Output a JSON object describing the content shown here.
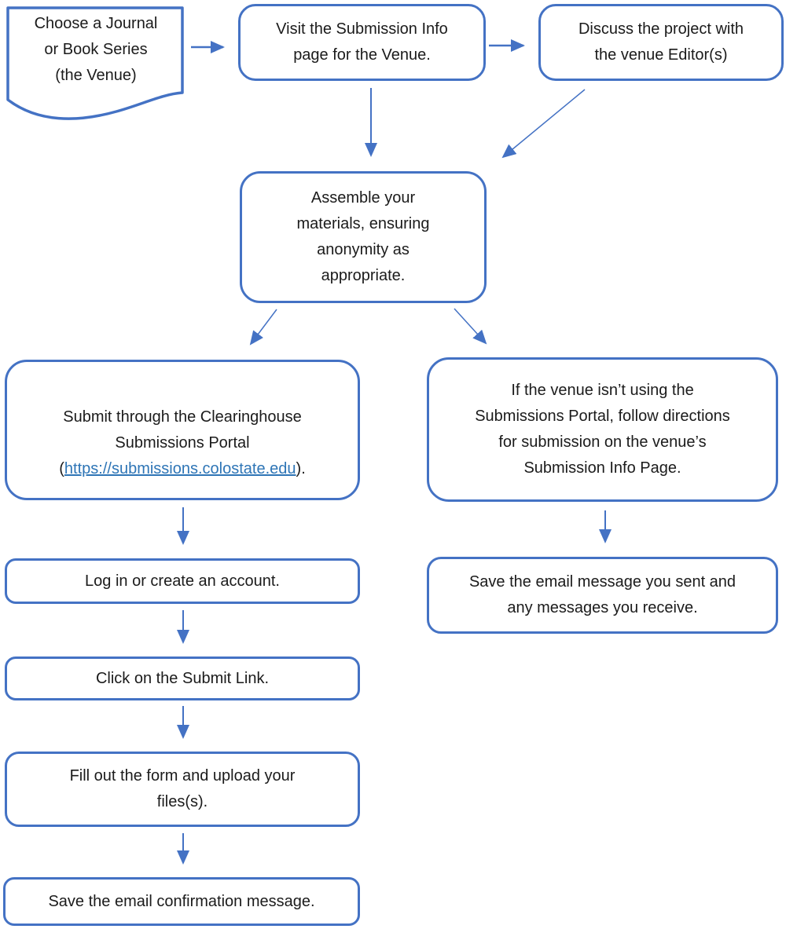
{
  "colors": {
    "border": "#4472C4",
    "arrow": "#4472C4",
    "text": "#1b1b1b",
    "link": "#2E75B6"
  },
  "nodes": {
    "choose_venue": {
      "label": "Choose a Journal\nor Book Series\n(the Venue)"
    },
    "visit_info": {
      "label": "Visit the Submission Info\npage for the Venue."
    },
    "discuss_editor": {
      "label": "Discuss the project with\nthe venue Editor(s)"
    },
    "assemble": {
      "label": "Assemble your\nmaterials, ensuring\nanonymity as\nappropriate."
    },
    "submit_portal": {
      "text_before": "Submit through the Clearinghouse\nSubmissions Portal\n(",
      "link_text": "https://submissions.colostate.edu",
      "text_after": ")."
    },
    "no_portal": {
      "label": "If the venue isn’t using the\nSubmissions Portal, follow directions\nfor submission on the venue’s\nSubmission Info Page."
    },
    "login": {
      "label": "Log in or create an account."
    },
    "click_submit": {
      "label": "Click on the Submit Link."
    },
    "fill_form": {
      "label": "Fill out the form and upload your\nfiles(s)."
    },
    "save_confirmation": {
      "label": "Save the email confirmation message."
    },
    "save_messages": {
      "label": "Save the email message you sent and\nany messages you receive."
    }
  }
}
